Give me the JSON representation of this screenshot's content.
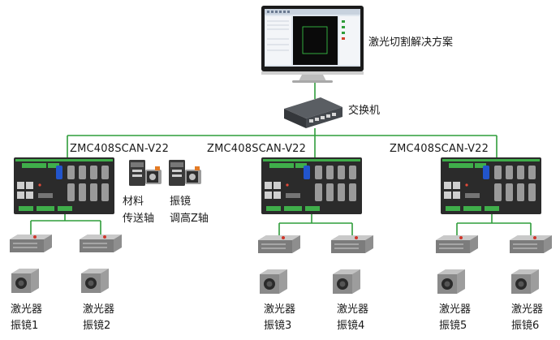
{
  "pc_label": "激光切割解决方案",
  "switch_label": "交换机",
  "controllers": [
    {
      "label": "ZMC408SCAN-V22"
    },
    {
      "label": "ZMC408SCAN-V22"
    },
    {
      "label": "ZMC408SCAN-V22"
    }
  ],
  "axes": [
    {
      "line1": "材料",
      "line2": "传送轴"
    },
    {
      "line1": "振镜",
      "line2": "调高Z轴"
    }
  ],
  "lasers": [
    {
      "line1": "激光器",
      "line2": "振镜1"
    },
    {
      "line1": "激光器",
      "line2": "振镜2"
    },
    {
      "line1": "激光器",
      "line2": "振镜3"
    },
    {
      "line1": "激光器",
      "line2": "振镜4"
    },
    {
      "line1": "激光器",
      "line2": "振镜5"
    },
    {
      "line1": "激光器",
      "line2": "振镜6"
    }
  ],
  "colors": {
    "network_line": "#2f9d3a",
    "controller_body": "#2b2b2b",
    "terminal_green": "#3fae4a",
    "connector_blue": "#2255cc"
  }
}
